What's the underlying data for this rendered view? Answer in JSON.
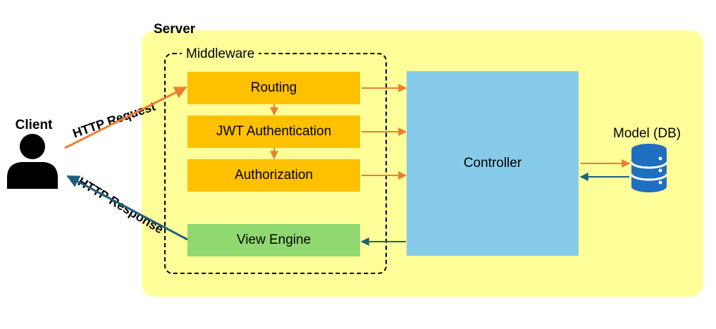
{
  "server": {
    "label": "Server"
  },
  "middleware": {
    "label": "Middleware",
    "steps": [
      "Routing",
      "JWT Authentication",
      "Authorization"
    ]
  },
  "view_engine": {
    "label": "View Engine"
  },
  "controller": {
    "label": "Controller"
  },
  "client": {
    "label": "Client",
    "icon": "person-icon"
  },
  "model": {
    "label": "Model (DB)",
    "icon": "database-icon"
  },
  "flows": {
    "request": "HTTP Request",
    "response": "HTTP Response"
  },
  "colors": {
    "server_bg": "#ffff99",
    "middleware_step": "#ffc000",
    "view_engine": "#90d870",
    "controller": "#87cbea",
    "request_arrow": "#ed7d31",
    "response_arrow": "#1f5f7f",
    "database": "#1f6fc0"
  }
}
